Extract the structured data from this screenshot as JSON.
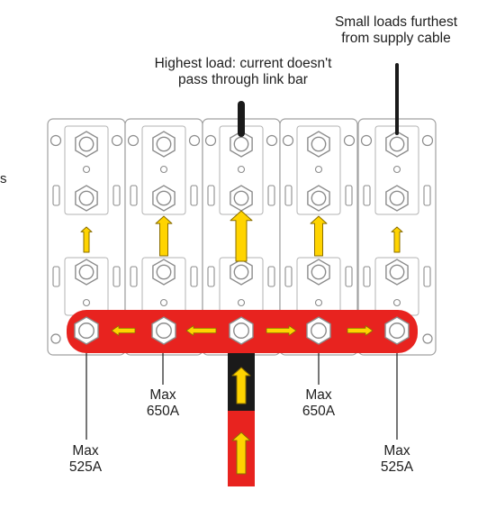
{
  "annotations": {
    "highest_load": [
      "Highest load: current doesn't",
      "pass through link bar"
    ],
    "small_loads": [
      "Small loads furthest",
      "from supply cable"
    ],
    "edge_fragment": "s"
  },
  "ratings": [
    {
      "max": "Max",
      "amp": "525A"
    },
    {
      "max": "Max",
      "amp": "650A"
    },
    {
      "max": "Max",
      "amp": "650A"
    },
    {
      "max": "Max",
      "amp": "525A"
    }
  ],
  "colors": {
    "link_bar": "#e8231f",
    "arrow_fill": "#ffd400",
    "arrow_stroke": "#8a6d00",
    "cable_black": "#1a1a1a",
    "cable_red": "#e8231f",
    "holder_outline": "#8c8c8c"
  },
  "fuse_holders": 5
}
